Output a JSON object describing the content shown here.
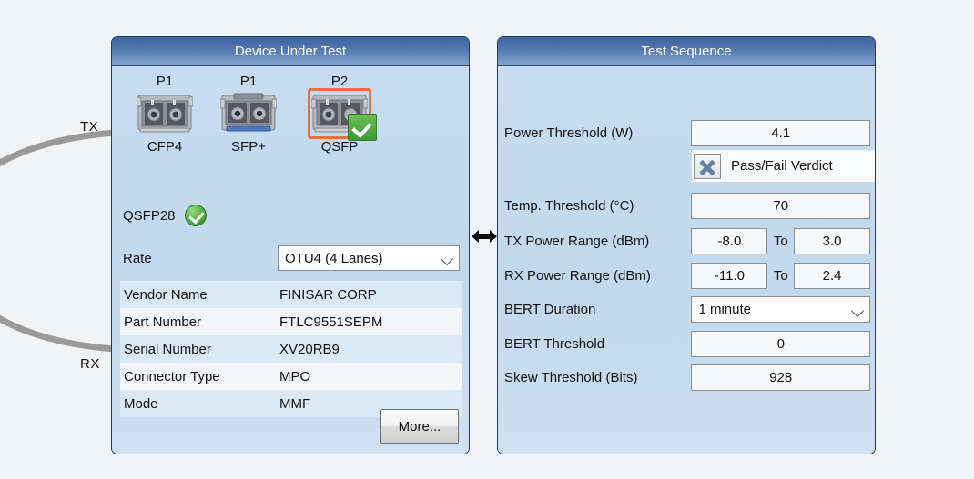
{
  "cable": {
    "tx_label": "TX",
    "rx_label": "RX",
    "color": "#9a9a9a"
  },
  "dut": {
    "title": "Device Under Test",
    "ports": [
      {
        "top": "P1",
        "bottom": "CFP4",
        "selected": false,
        "ok": false
      },
      {
        "top": "P1",
        "bottom": "SFP+",
        "selected": false,
        "ok": false
      },
      {
        "top": "P2",
        "bottom": "QSFP",
        "selected": true,
        "ok": true
      }
    ],
    "module_name": "QSFP28",
    "module_status_icon": "green-check-icon",
    "rate_label": "Rate",
    "rate_value": "OTU4 (4 Lanes)",
    "info_rows": [
      {
        "key": "Vendor Name",
        "value": "FINISAR CORP"
      },
      {
        "key": "Part Number",
        "value": "FTLC9551SEPM"
      },
      {
        "key": "Serial Number",
        "value": "XV20RB9"
      },
      {
        "key": "Connector Type",
        "value": "MPO"
      },
      {
        "key": "Mode",
        "value": "MMF"
      }
    ],
    "more_button": "More..."
  },
  "sequence": {
    "title": "Test Sequence",
    "power_threshold_label": "Power Threshold (W)",
    "power_threshold_value": "4.1",
    "verdict_label": "Pass/Fail Verdict",
    "verdict_icon": "blue-x-icon",
    "temp_threshold_label": "Temp. Threshold (°C)",
    "temp_threshold_value": "70",
    "tx_range_label": "TX Power Range (dBm)",
    "tx_range_min": "-8.0",
    "tx_range_to": "To",
    "tx_range_max": "3.0",
    "rx_range_label": "RX Power Range (dBm)",
    "rx_range_min": "-11.0",
    "rx_range_to": "To",
    "rx_range_max": "2.4",
    "bert_duration_label": "BERT Duration",
    "bert_duration_value": "1 minute",
    "bert_threshold_label": "BERT Threshold",
    "bert_threshold_value": "0",
    "skew_threshold_label": "Skew Threshold (Bits)",
    "skew_threshold_value": "928"
  },
  "colors": {
    "panel_header_top": "#3e649e",
    "panel_header_bottom": "#86a5cf",
    "panel_body": "#c6dcf0",
    "panel_border": "#1f3a66",
    "selection": "#e8703a",
    "ok_green": "#3e9b33",
    "page_bg": "#f2f3f5"
  }
}
